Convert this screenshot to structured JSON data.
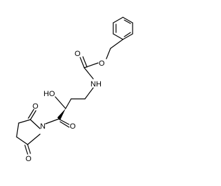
{
  "molecule": {
    "atoms": {
      "O_ester": "O",
      "O_carbamate": "O",
      "NH": "NH",
      "HO": "HO",
      "N_imide": "N",
      "O_keto": "O",
      "O_imide_top": "O",
      "O_imide_bottom": "O"
    },
    "colors": {
      "bond": "#000000",
      "label": "#000000",
      "background": "#ffffff"
    }
  }
}
